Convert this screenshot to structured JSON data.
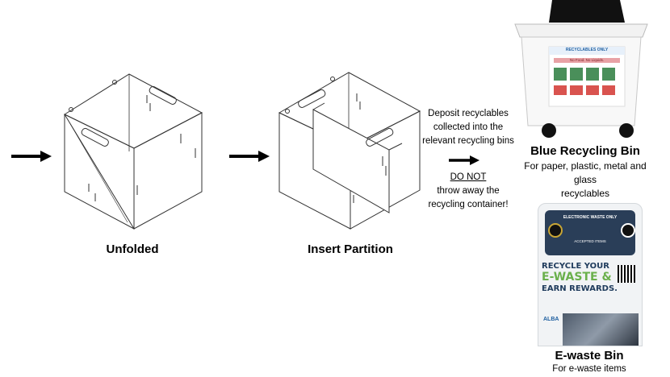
{
  "steps": {
    "unfolded_label": "Unfolded",
    "insert_partition_label": "Insert Partition"
  },
  "deposit": {
    "line1": "Deposit recyclables",
    "line2": "collected into the",
    "line3": "relevant recycling bins",
    "warn_bold": "DO NOT",
    "warn_line2": "throw away the",
    "warn_line3": "recycling container!"
  },
  "blue_bin": {
    "title": "Blue Recycling Bin",
    "desc_line1": "For paper, plastic, metal and glass",
    "desc_line2": "recyclables",
    "poster_header": "RECYCLABLES ONLY",
    "poster_sub": "No Food. No Liquids."
  },
  "ewaste_bin": {
    "title": "E-waste Bin",
    "desc": "For e-waste items",
    "poster_header": "ELECTRONIC WASTE ONLY",
    "poster_sub": "ACCEPTED ITEMS",
    "slogan_line1": "RECYCLE YOUR",
    "slogan_line2": "E-WASTE &",
    "slogan_line3": "EARN REWARDS.",
    "brand": "ALBA"
  },
  "colors": {
    "arrow": "#000000",
    "navy": "#1f3b5c",
    "green": "#6ab04c",
    "blue_poster": "#2f7fc1"
  }
}
